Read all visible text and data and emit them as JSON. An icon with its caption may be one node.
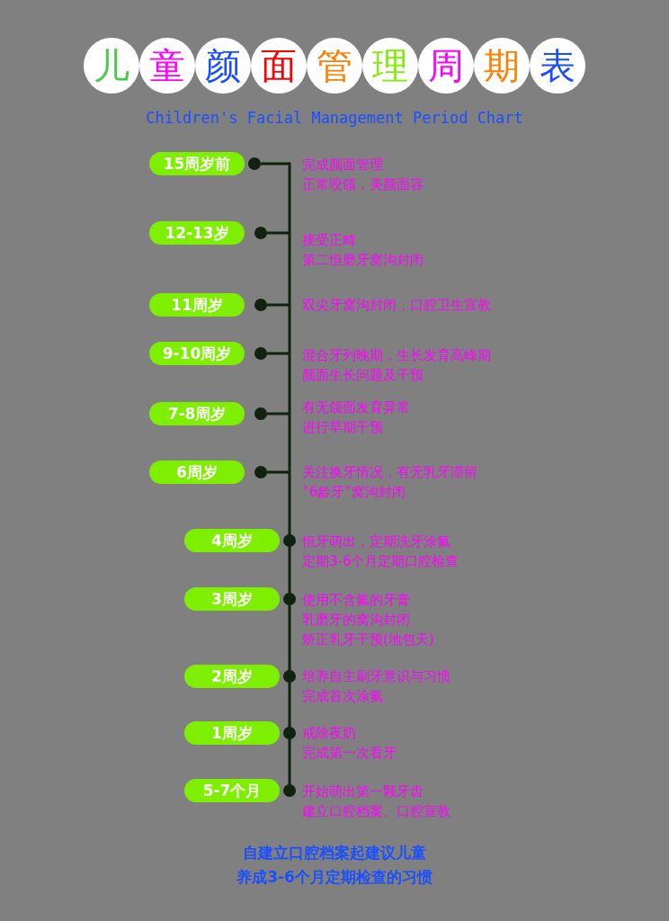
{
  "diagram": {
    "title": "儿童颜面管理周期表",
    "nodes": [
      {
        "text": [
          "15周岁前"
        ],
        "beside": [
          "完成颜面管理",
          "正常咬颌，美颜面容"
        ]
      },
      {
        "text": [
          "12-13岁"
        ],
        "beside": [
          "接受正畸",
          "第二恒磨牙窝沟封闭"
        ]
      },
      {
        "text": [
          "11周岁"
        ]
      },
      {
        "text": [
          "9-10周岁"
        ],
        "beside": [
          "混合牙列晚期，生长发育高峰期",
          "颜面生长问题及干预"
        ]
      },
      {
        "text": [
          "7-8周岁"
        ],
        "beside": [
          "有无颌面发育异常",
          "进行早期干预"
        ]
      },
      {
        "text": [
          "6周岁"
        ],
        "beside": [
          "关注换牙情况，有无乳牙滞留",
          "“6龄牙”窝沟封闭"
        ]
      },
      {
        "text": [
          "4周岁"
        ],
        "beside": [
          "恒牙萌出，定期洗牙涂氟",
          "定期3-6个月定期口腔检查"
        ]
      },
      {
        "text": [
          "3周岁"
        ],
        "beside": [
          "使用不含氟的牙膏",
          "乳磨牙的窝沟封闭",
          "矫正乳牙干预(地包天)"
        ]
      },
      {
        "text": [
          "2周岁"
        ],
        "beside": [
          "培养自主刷牙意识与习惯",
          "完成首次涂氟"
        ]
      },
      {
        "text": [
          "1周岁"
        ],
        "beside": [
          "戒除夜奶",
          "完成第一次看牙"
        ]
      },
      {
        "text": [
          "5-7个月"
        ],
        "beside": [
          "开始萌出第一颗牙齿",
          "建立口腔档案、口腔宣教"
        ]
      }
    ],
    "labels": [
      "Children's Facial Management Period Chart",
      "双尖牙窝沟封闭，口腔卫生宣教"
    ],
    "caption": "自建立口腔档案起建议儿童养成3-6个月定期检查的习惯"
  }
}
